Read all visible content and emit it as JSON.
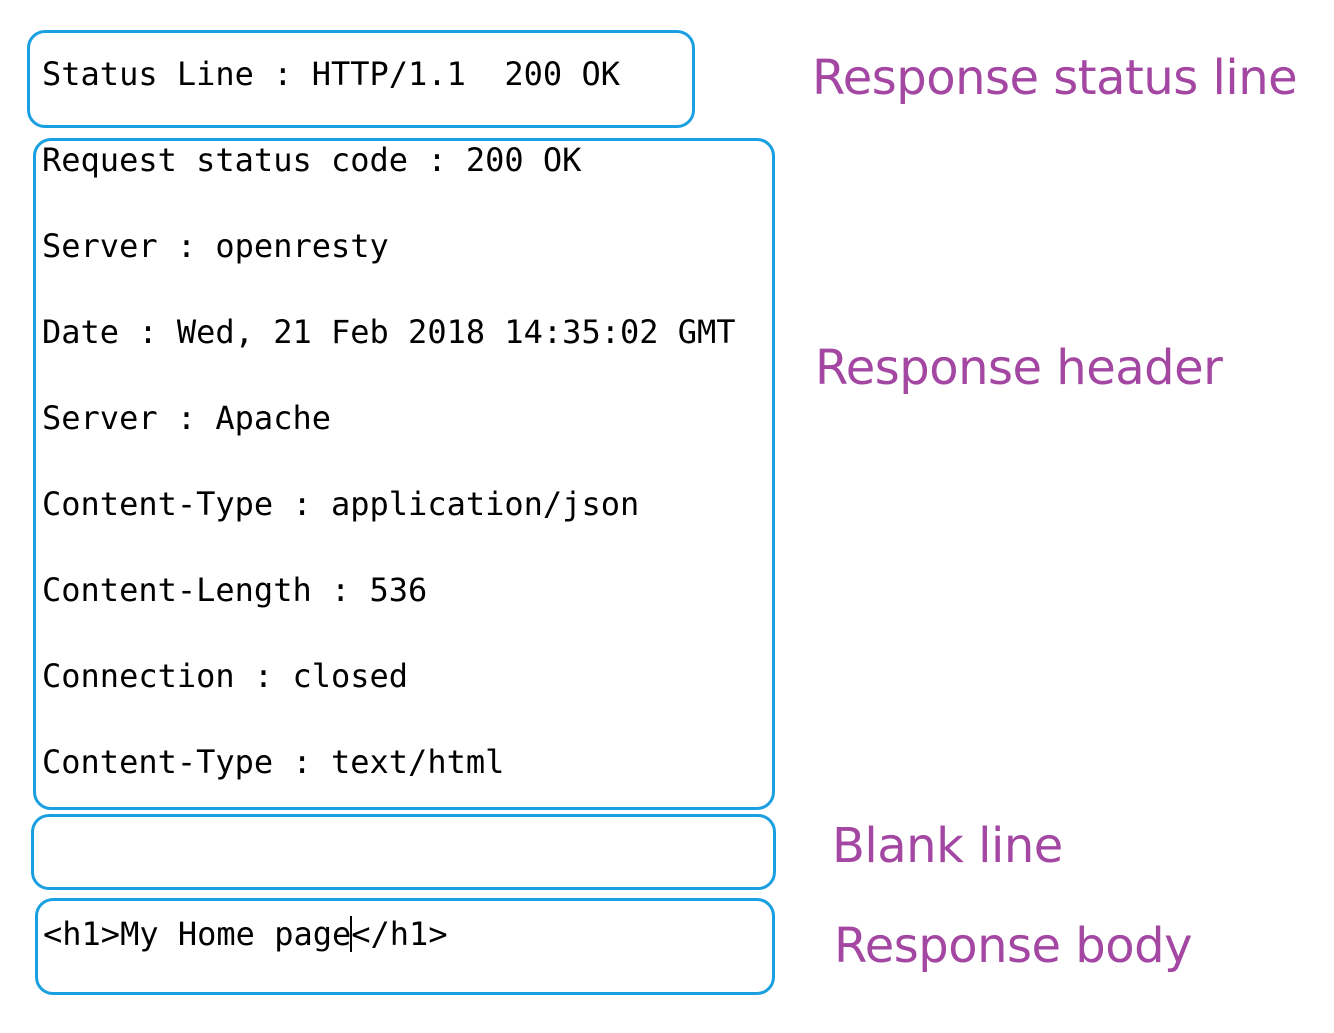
{
  "status_line": {
    "text": "Status Line : HTTP/1.1  200 OK",
    "label": "Response status line"
  },
  "header": {
    "label": "Response header",
    "lines": [
      "Request status code : 200 OK",
      "Server : openresty",
      "Date : Wed, 21 Feb 2018 14:35:02 GMT",
      "Server : Apache",
      "Content-Type : application/json",
      "Content-Length : 536",
      "Connection : closed",
      "Content-Type : text/html"
    ]
  },
  "blank_line": {
    "label": "Blank line"
  },
  "body": {
    "label": "Response body",
    "text_before_cursor": "<h1>My Home page",
    "text_after_cursor": "</h1>"
  },
  "colors": {
    "border": "#1aa0e0",
    "label": "#a347a3",
    "text": "#000000"
  }
}
